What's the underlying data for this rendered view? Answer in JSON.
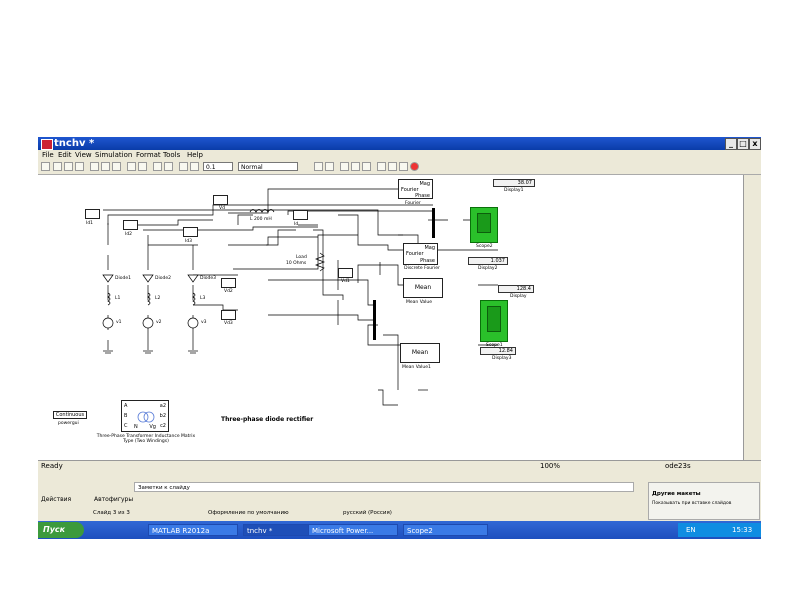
{
  "window": {
    "title": "tnchv *",
    "controls": [
      "_",
      "□",
      "x"
    ]
  },
  "menu": [
    "File",
    "Edit",
    "View",
    "Simulation",
    "Format",
    "Tools",
    "Help"
  ],
  "toolbar": {
    "stop_time": "0.1",
    "mode": "Normal"
  },
  "diagram": {
    "title": "Three-phase diode rectifier",
    "blocks": {
      "vd": "Vd",
      "id1": "Id1",
      "id2": "Id2",
      "id3": "Id3",
      "id": "Id",
      "inductor": "L 200 mH",
      "load_name": "Load",
      "load_value": "10 Ohms",
      "vd1": "Vd1",
      "vd2": "Vd2",
      "vd3": "Vd3",
      "diode1": "Diode1",
      "diode2": "Diode2",
      "diode3": "Diode3",
      "l1": "L1",
      "l2": "L2",
      "l3": "L3",
      "v1": "v1",
      "v2": "v2",
      "v3": "v3",
      "fourier_mag": "Mag",
      "fourier_name": "Fourier",
      "fourier_phase": "Phase",
      "fourier_label": "Fourier",
      "dfourier_mag": "Mag",
      "dfourier_name": "Fourier",
      "dfourier_phase": "Phase",
      "dfourier_label": "Discrete Fourier",
      "mean_text": "Mean",
      "mean_label": "Mean Value",
      "mean1_text": "Mean",
      "mean1_label": "Mean Value1",
      "display1_label": "Display1",
      "display1_value": "38.07",
      "display2_label": "Display2",
      "display2_value": "1.037",
      "display_label": "Display",
      "display_value": "128.4",
      "display3_label": "Display3",
      "display3_value": "12.84",
      "scope2_label": "Scope2",
      "scope1_label": "Scope1",
      "powergui_block": "Continuous",
      "powergui_label": "powergui",
      "transformer_label": "Three-Phase Transformer Inductance Matrix Type (Two Windings)",
      "tr_ports_left": [
        "A",
        "B",
        "C"
      ],
      "tr_ports_right": [
        "a2",
        "b2",
        "c2"
      ],
      "tr_bottom": [
        "N",
        "Vg"
      ]
    }
  },
  "status": {
    "left": "Ready",
    "zoom": "100%",
    "solver": "ode23s"
  },
  "powerpoint": {
    "notes_placeholder": "Заметки к слайду",
    "draw_label": "Действия",
    "autoshapes_label": "Автофигуры",
    "slide_info": "Слайд 3 из 3",
    "design": "Оформление по умолчанию",
    "language": "русский (Россия)",
    "panel_title": "Другие макеты",
    "panel_checkbox": "Показывать при вставке слайдов"
  },
  "taskbar": {
    "start": "Пуск",
    "items": [
      "MATLAB R2012a",
      "tnchv *",
      "Microsoft Power...",
      "Scope2"
    ],
    "lang": "EN",
    "clock": "15:33"
  },
  "colors": {
    "titlebar": "#0a3ca8",
    "scope": "#2ac02a",
    "taskbar": "#1d4fbe"
  }
}
